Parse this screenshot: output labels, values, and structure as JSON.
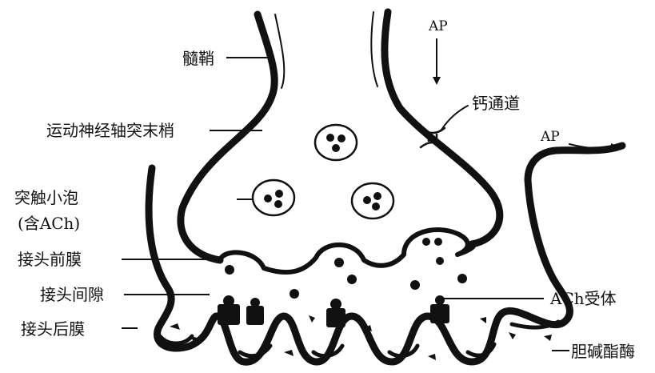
{
  "labels": {
    "myelin": "髓鞘",
    "motor_terminal": "运动神经轴突末梢",
    "vesicle_line1": "突触小泡",
    "vesicle_line2": "(含ACh)",
    "prejunctional": "接头前膜",
    "cleft": "接头间隙",
    "postjunctional": "接头后膜",
    "ap_top": "AP",
    "calcium_channel": "钙通道",
    "ap_right": "AP",
    "ach_receptor": "ACh受体",
    "cholinesterase": "胆碱酯酶"
  }
}
